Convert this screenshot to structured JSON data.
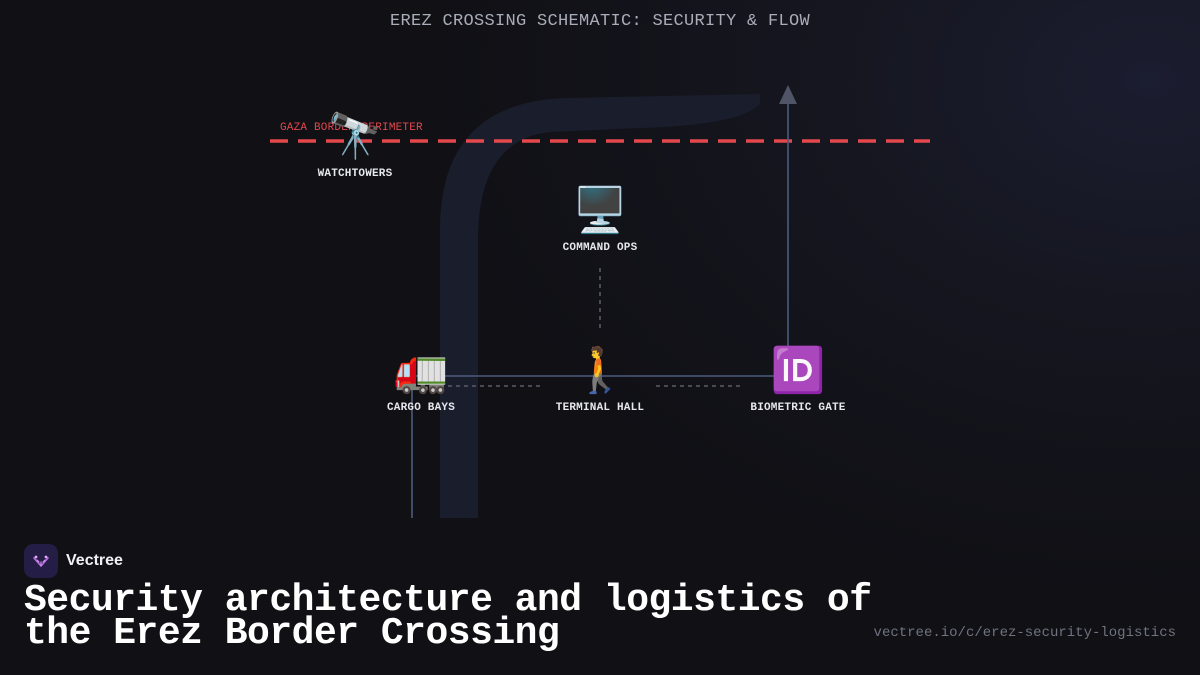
{
  "diagram": {
    "title": "EREZ CROSSING SCHEMATIC: SECURITY & FLOW",
    "perimeter_label": "GAZA BORDER PERIMETER",
    "nodes": {
      "watchtowers": {
        "icon": "telescope-icon",
        "glyph": "🔭",
        "label": "WATCHTOWERS"
      },
      "command_ops": {
        "icon": "desktop-computer-icon",
        "glyph": "🖥️",
        "label": "COMMAND OPS"
      },
      "cargo_bays": {
        "icon": "truck-icon",
        "glyph": "🚛",
        "label": "CARGO BAYS"
      },
      "terminal_hall": {
        "icon": "walking-person-icon",
        "glyph": "🚶",
        "label": "TERMINAL HALL"
      },
      "biometric_gate": {
        "icon": "id-badge-icon",
        "glyph": "🆔",
        "label": "BIOMETRIC GATE"
      }
    },
    "colors": {
      "perimeter": "#e2484c",
      "flow_line": "#4a5b7e",
      "arrow": "#4f5566",
      "dashed_link": "#5a5d68",
      "background_route": "#1a1e2c"
    }
  },
  "footer": {
    "brand_name": "Vectree",
    "headline": "Security architecture and logistics of the Erez Border Crossing",
    "url": "vectree.io/c/erez-security-logistics"
  }
}
